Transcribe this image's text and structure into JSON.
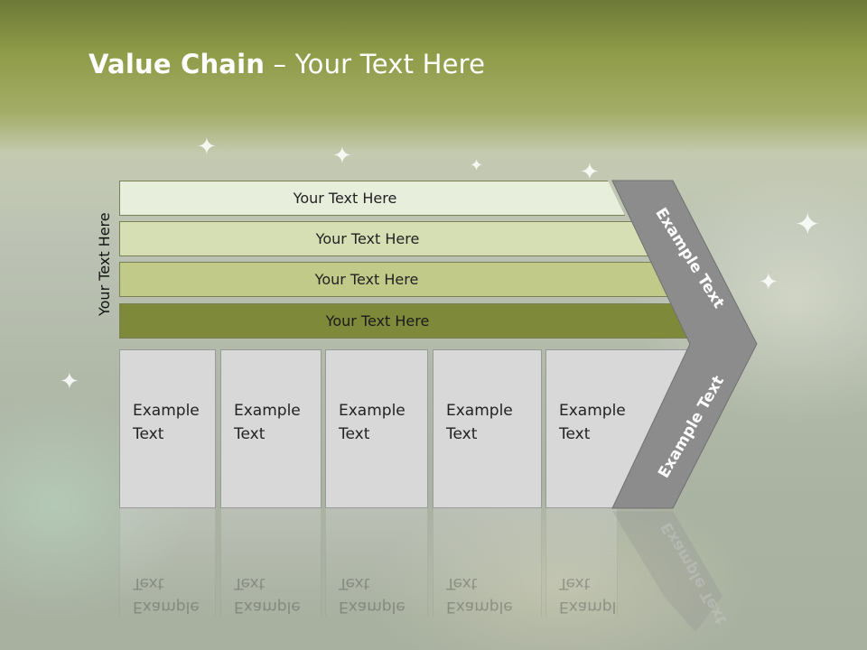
{
  "slide": {
    "title_bold": "Value Chain",
    "title_rest": " – Your Text Here",
    "side_label": "Your Text Here"
  },
  "bars": [
    {
      "label": "Your Text Here",
      "color": "#e8eedc"
    },
    {
      "label": "Your Text Here",
      "color": "#d6deb4"
    },
    {
      "label": "Your Text Here",
      "color": "#c2ca8a"
    },
    {
      "label": "Your Text Here",
      "color": "#7e8a3a"
    }
  ],
  "boxes": [
    {
      "label": "Example\nText"
    },
    {
      "label": "Example\nText"
    },
    {
      "label": "Example\nText"
    },
    {
      "label": "Example\nText"
    },
    {
      "label": "Example\nText"
    }
  ],
  "chevron": {
    "upper_label": "Example Text",
    "lower_label": "Example Text",
    "color": "#8c8c8c"
  },
  "theme": {
    "header_color": "#8f9c48",
    "box_color": "#d8d8d8"
  }
}
